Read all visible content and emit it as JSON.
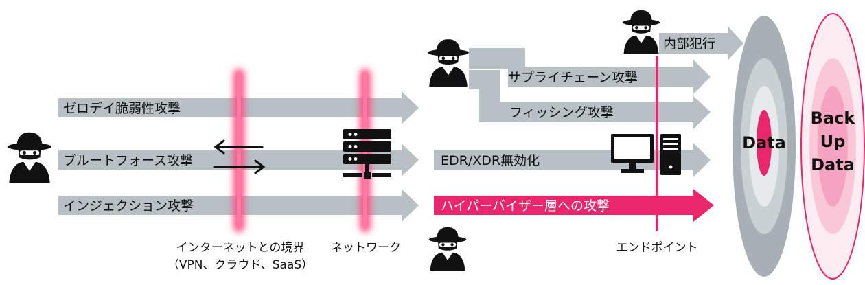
{
  "labels": {
    "zero_day": "ゼロデイ脆弱性攻撃",
    "brute_force": "ブルートフォース攻撃",
    "injection": "インジェクション攻撃",
    "boundary_line1": "インターネットとの境界",
    "boundary_line2": "（VPN、クラウド、SaaS）",
    "network": "ネットワーク",
    "supply_chain": "サプライチェーン攻撃",
    "phishing": "フィッシング攻撃",
    "edr_disable": "EDR/XDR無効化",
    "hypervisor": "ハイパーバイザー層への攻撃",
    "insider": "内部犯行",
    "endpoint": "エンドポイント",
    "data": "Data",
    "backup_line1": "Back",
    "backup_line2": "Up",
    "backup_line3": "Data"
  },
  "icons": {
    "attacker": "hacker-icon",
    "server": "server-icon",
    "computer": "computer-icon",
    "exchange": "exchange-arrows-icon"
  },
  "colors": {
    "arrow_gray": "#b7c0c4",
    "accent_pink": "#e8266a",
    "glow_pink": "#ff4f86",
    "ring_gray": "#a7b1b5",
    "ring_light": "#c9d1d4",
    "ring_pale": "#e6eaeb"
  }
}
